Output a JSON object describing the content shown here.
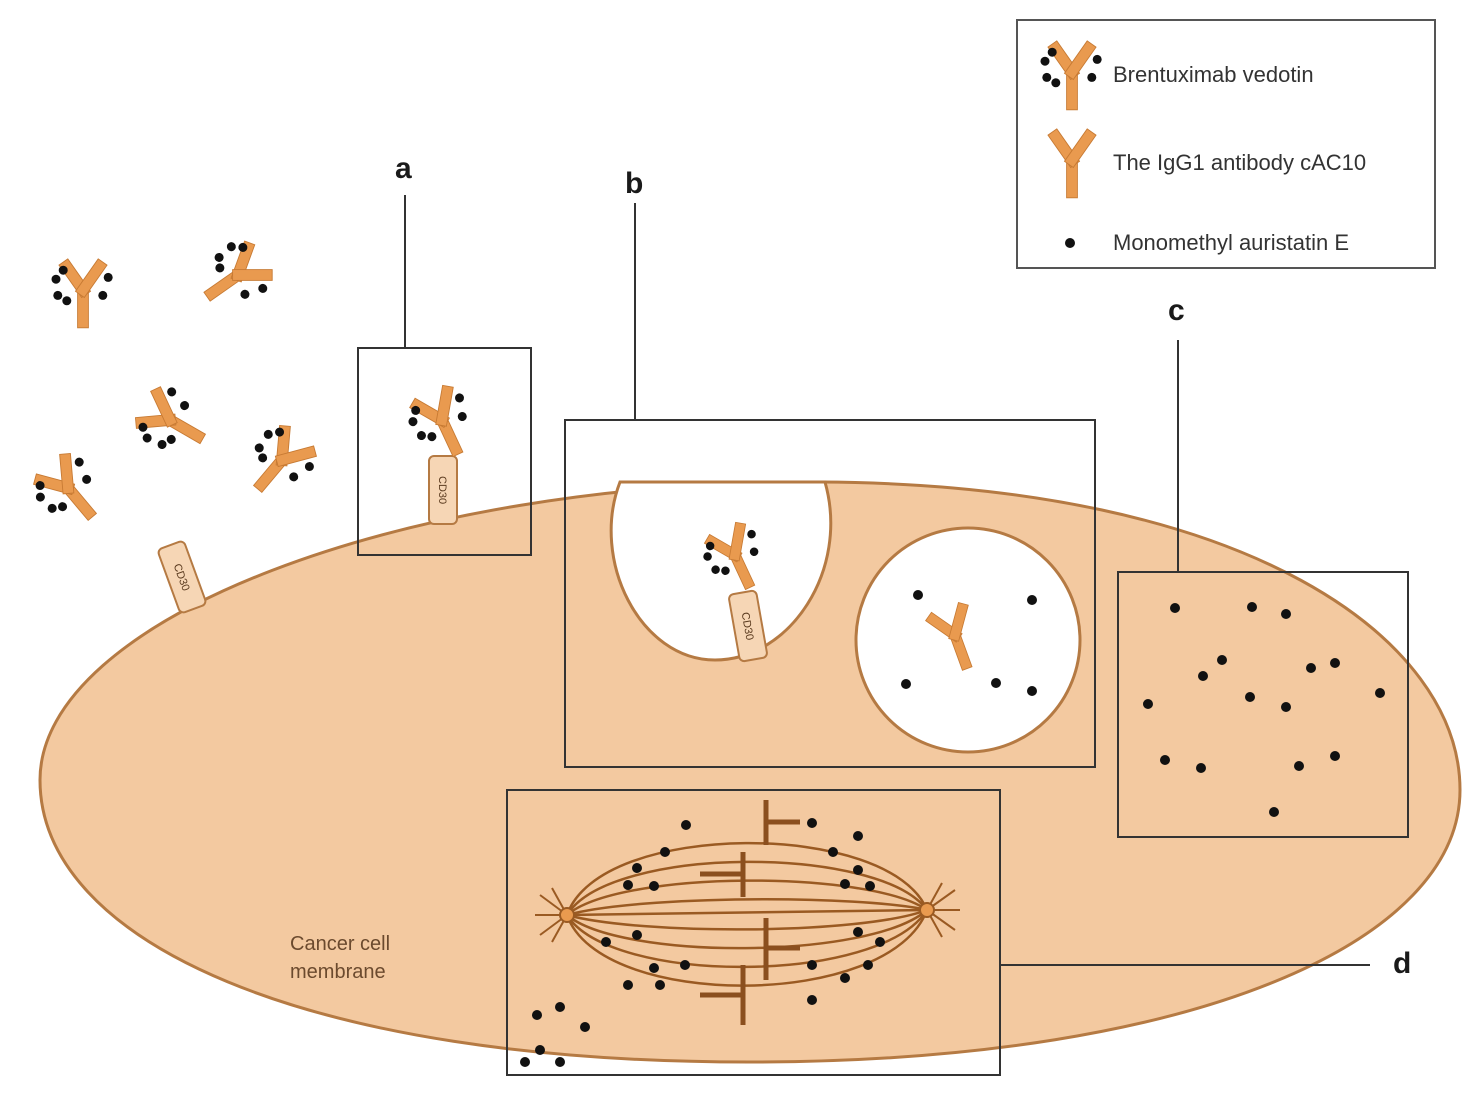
{
  "colors": {
    "cell_fill": "#f3c9a0",
    "cell_stroke": "#b57a43",
    "antibody": "#e99a4f",
    "antibody_dark": "#c77a33",
    "drug": "#111111",
    "spindle": "#9a5a22",
    "box_stroke": "#333333"
  },
  "legend": {
    "items": [
      {
        "label": "Brentuximab vedotin",
        "icon": "antibody-drug-conjugate-icon"
      },
      {
        "label": "The IgG1 antibody cAC10",
        "icon": "antibody-icon"
      },
      {
        "label": "Monomethyl auristatin E",
        "icon": "drug-dot-icon"
      }
    ]
  },
  "panels": {
    "a": "a",
    "b": "b",
    "c": "c",
    "d": "d"
  },
  "receptor_label": "CD30",
  "cell_label": [
    "Cancer cell",
    "membrane"
  ]
}
